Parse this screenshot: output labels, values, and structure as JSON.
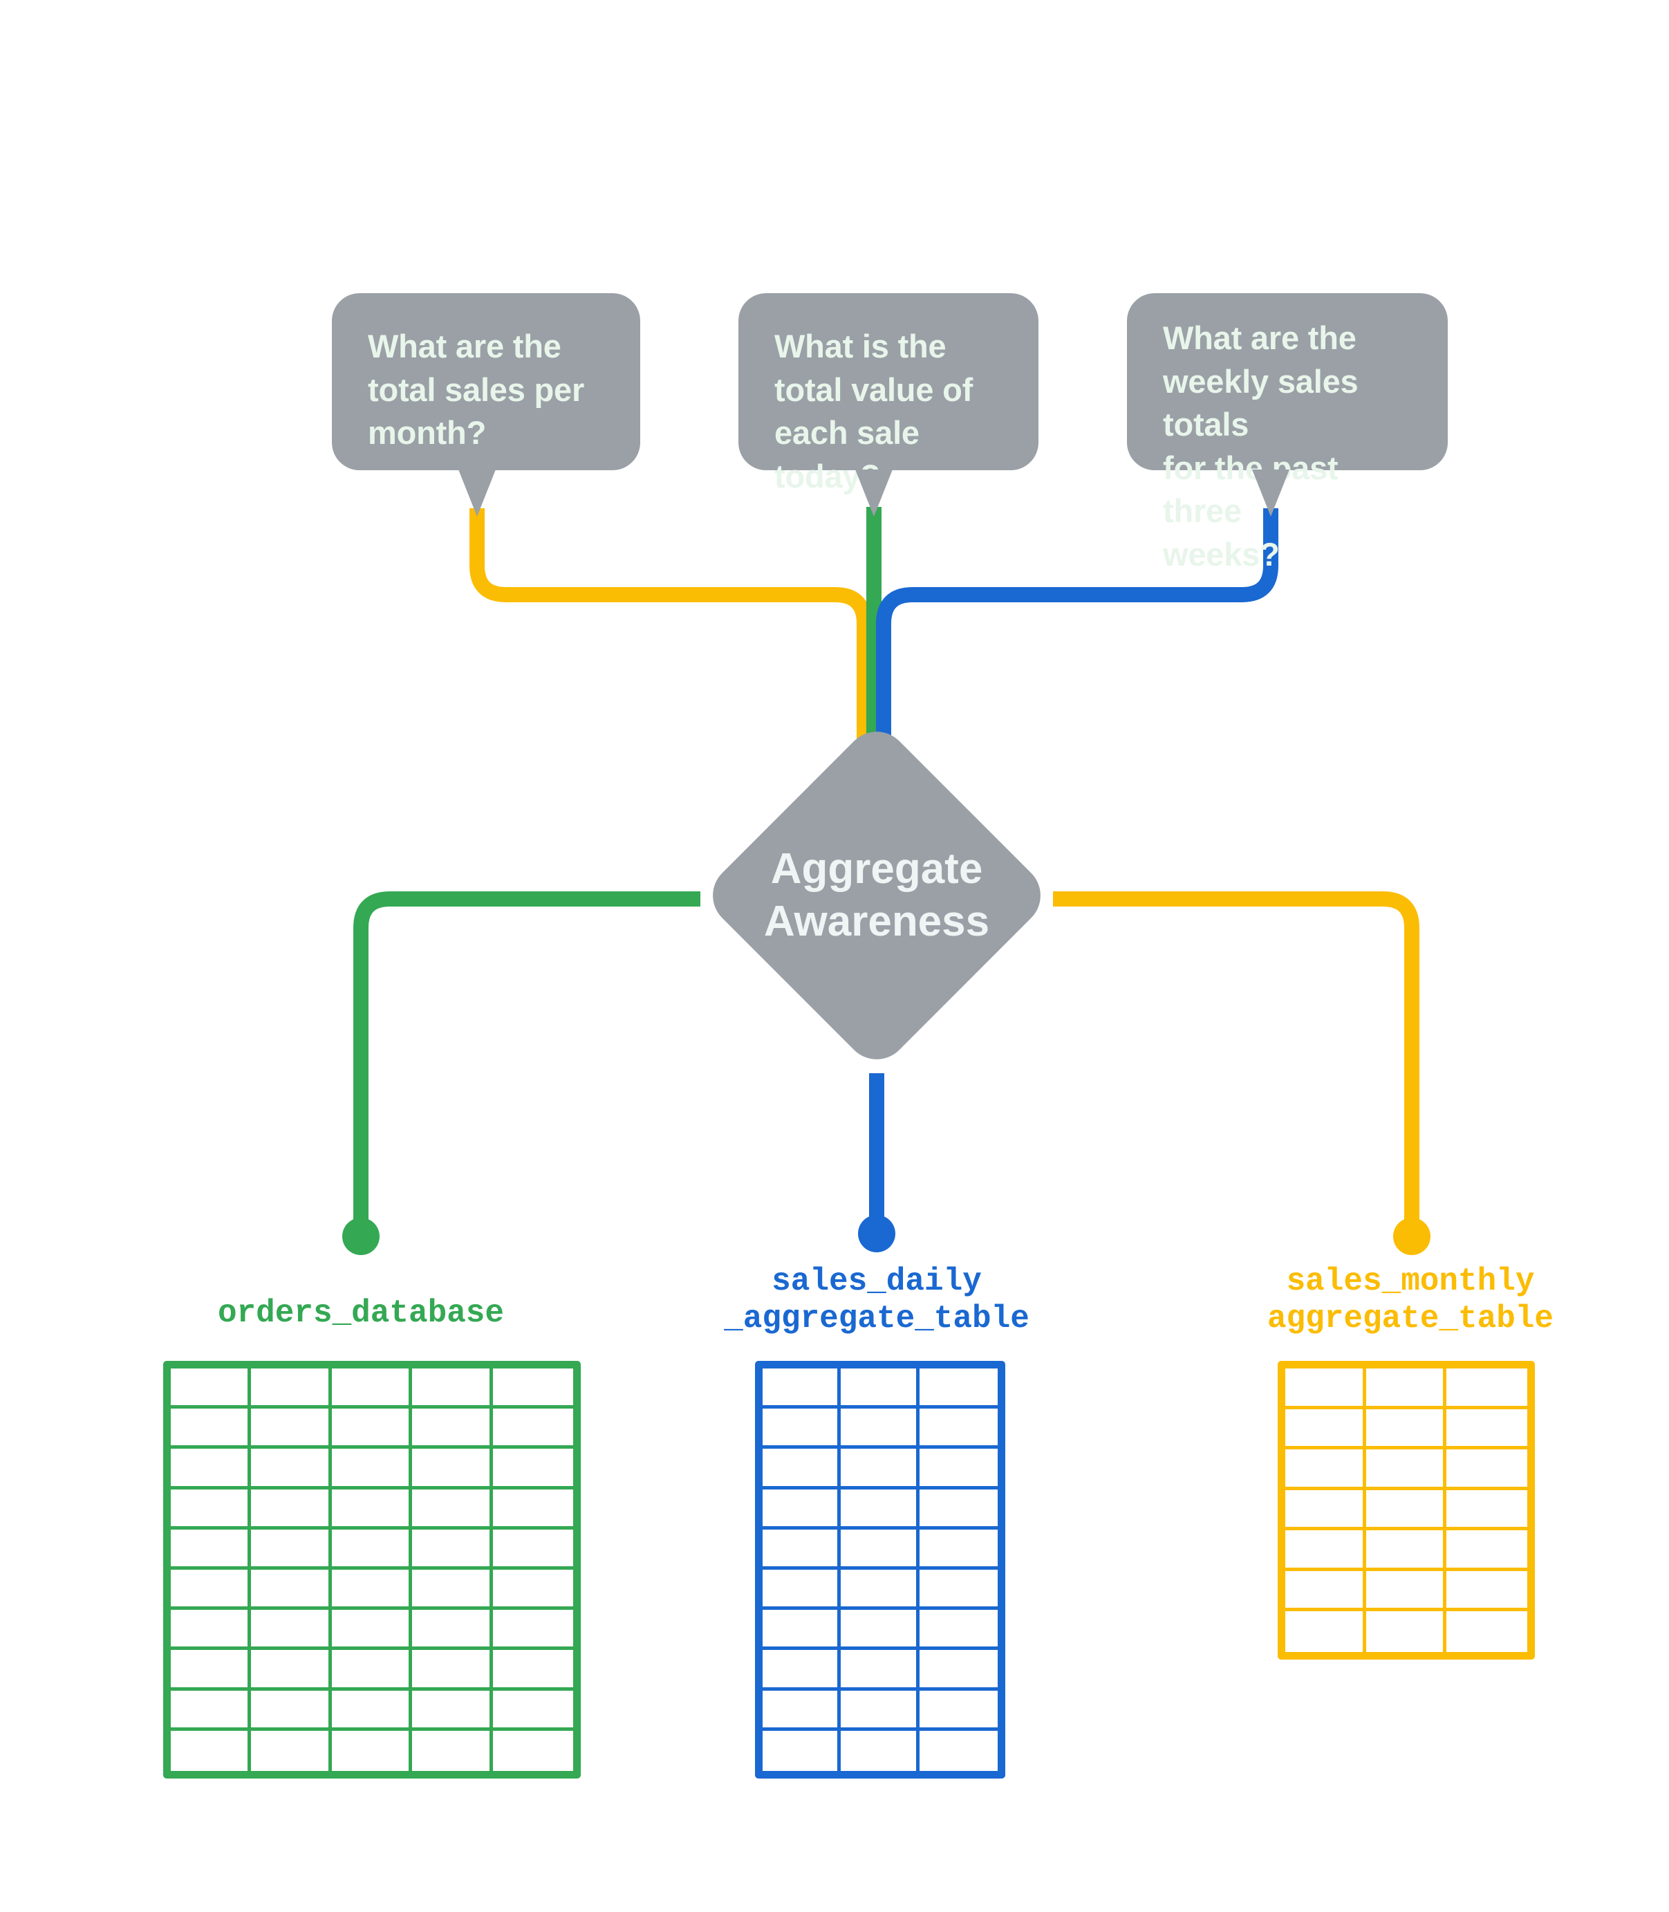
{
  "diagram": {
    "title": "Aggregate Awareness",
    "center_node": {
      "label": "Aggregate\nAwareness",
      "shape": "diamond",
      "fill": "#9aa0a6",
      "text_color": "#eef5f4"
    },
    "colors": {
      "grey": "#9aa0a6",
      "green": "#34a853",
      "blue": "#1a68d1",
      "amber": "#fbbc04",
      "bubble_text": "#e8f5ea",
      "background": "#ffffff"
    },
    "questions": [
      {
        "id": "q-monthly",
        "text": "What are the\ntotal sales per\nmonth?",
        "route_color": "#fbbc04",
        "routes_to": "sales_monthly_aggregate_table"
      },
      {
        "id": "q-daily",
        "text": "What is the\ntotal value of\neach sale today?",
        "route_color": "#34a853",
        "routes_to": "orders_database"
      },
      {
        "id": "q-weekly",
        "text": "What are the\nweekly sales totals\nfor the past three\nweeks?",
        "route_color": "#1a68d1",
        "routes_to": "sales_daily_aggregate_table"
      }
    ],
    "tables": [
      {
        "id": "orders-database",
        "caption": "orders_database",
        "color": "#34a853",
        "columns": 5,
        "rows": 10
      },
      {
        "id": "sales-daily-aggregate-table",
        "caption": "sales_daily\n_aggregate_table",
        "color": "#1a68d1",
        "columns": 3,
        "rows": 10
      },
      {
        "id": "sales-monthly-aggregate-table",
        "caption": "sales_monthly\naggregate_table",
        "color": "#fbbc04",
        "columns": 3,
        "rows": 7
      }
    ]
  }
}
